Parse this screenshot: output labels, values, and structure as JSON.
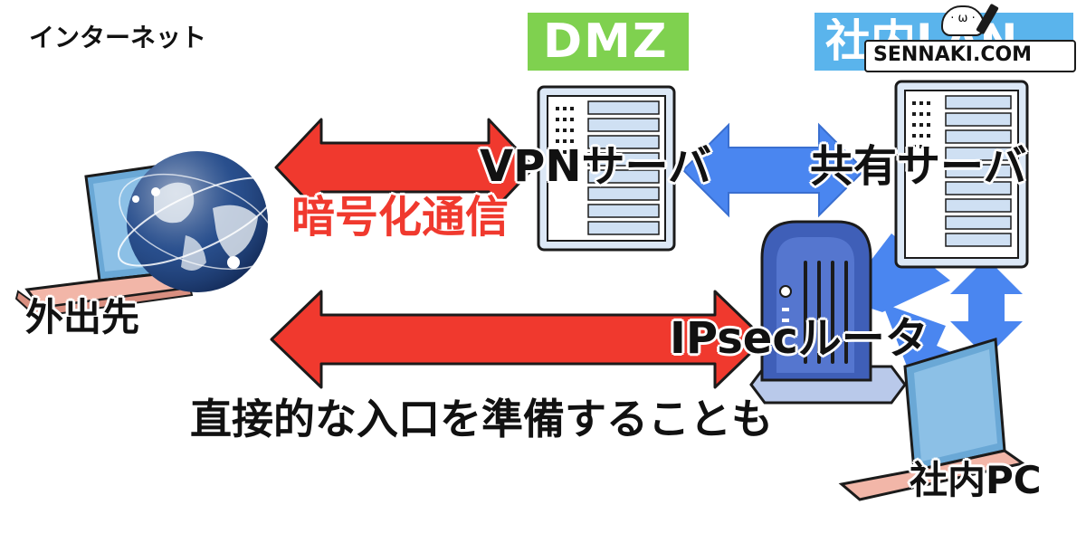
{
  "labels": {
    "internet": "インターネット",
    "dmz": "DMZ",
    "internal_lan": "社内LAN",
    "watermark": "SENNAKI.COM",
    "vpn_server": "VPNサーバ",
    "shared_server": "共有サーバ",
    "encrypted": "暗号化通信",
    "outside": "外出先",
    "ipsec_router": "IPsecルータ",
    "direct_entrance": "直接的な入口を準備することも",
    "internal_pc": "社内PC"
  },
  "colors": {
    "dmz_green": "#7fd14f",
    "lan_blue": "#5ab4ec",
    "red_arrow": "#f0392e",
    "blue_arrow": "#4a86f0",
    "laptop_screen": "#6aa8d6",
    "laptop_keyboard": "#f2b6a8",
    "server_body": "#dce8f6",
    "router_body": "#3f5fb8"
  }
}
